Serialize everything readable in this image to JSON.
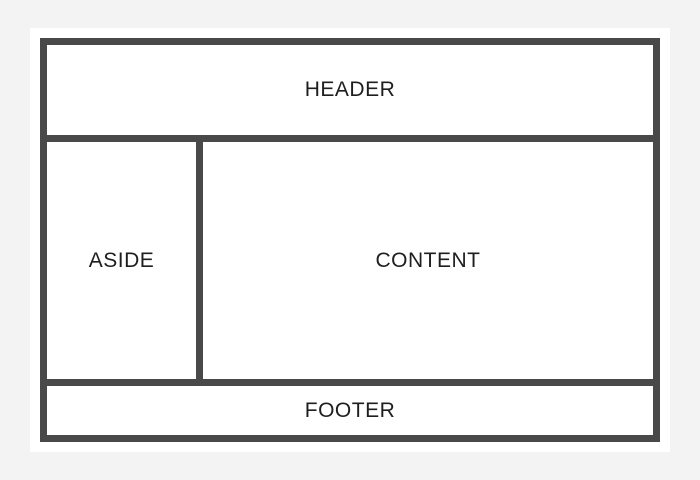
{
  "page": {
    "background_color": "#f3f3f3",
    "canvas_color": "#ffffff",
    "line_color": "#494949",
    "text_color": "#1e1e1e"
  },
  "layout": {
    "header": {
      "label": "HEADER"
    },
    "aside": {
      "label": "ASIDE"
    },
    "content": {
      "label": "CONTENT"
    },
    "footer": {
      "label": "FOOTER"
    }
  }
}
